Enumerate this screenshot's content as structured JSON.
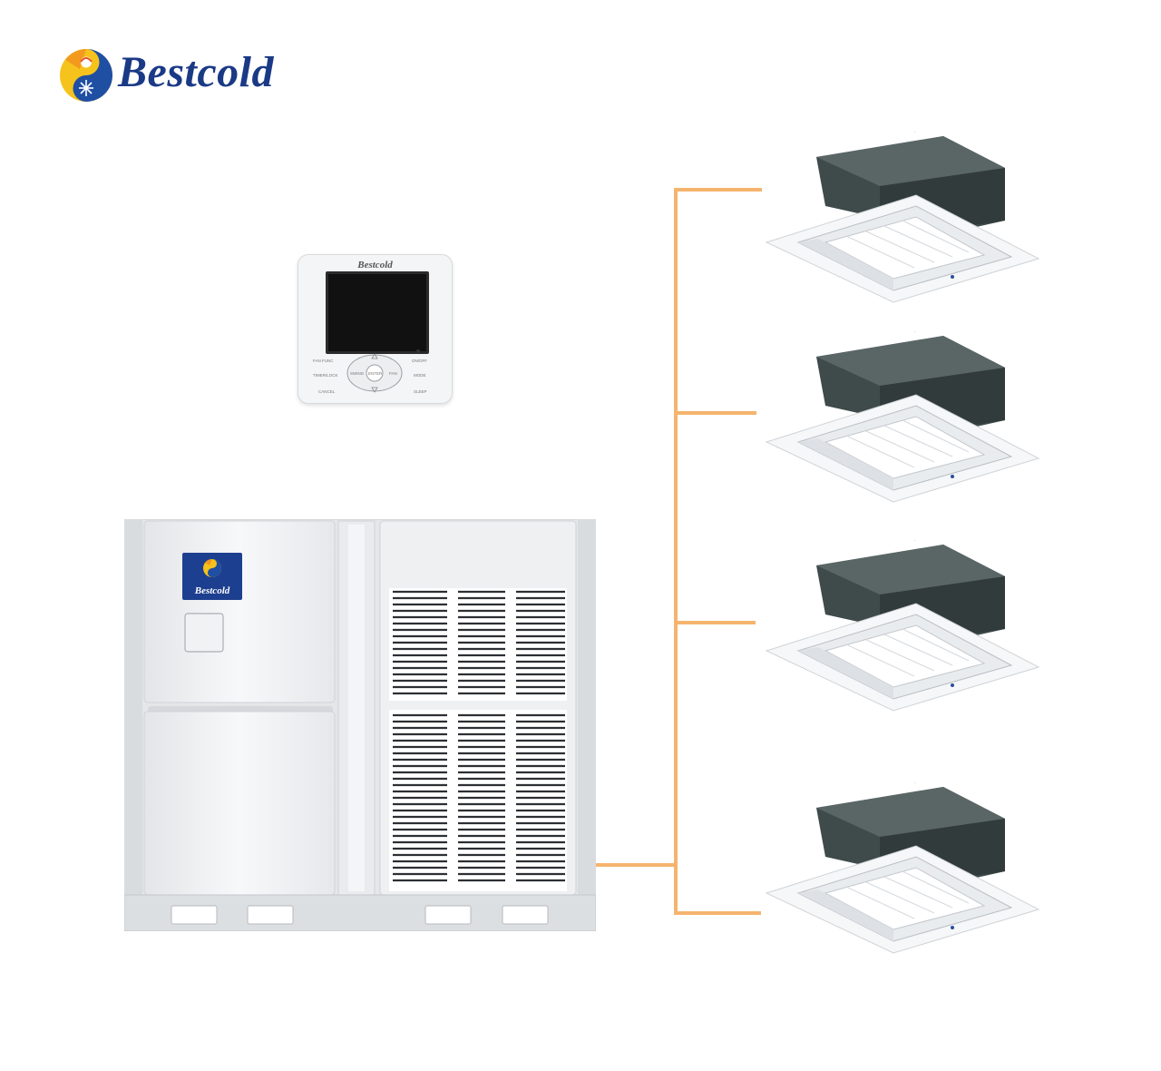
{
  "brand": {
    "name": "Bestcold",
    "logo_colors": {
      "text": "#1a3a86",
      "orange": "#f39a1e",
      "yellow": "#f6c21c",
      "blue": "#1f4fa3"
    }
  },
  "controller": {
    "brand": "Bestcold",
    "keys": {
      "fan_func": "FAN FUNC",
      "on_off": "ON/OFF",
      "timer_lock": "TIMER/LOCK",
      "mode": "MODE",
      "cancel": "CANCEL",
      "sleep": "SLEEP",
      "swing": "SWING",
      "enter": "ENTER",
      "fan": "FAN"
    },
    "icons": [
      "up-arrow-icon",
      "down-arrow-icon"
    ]
  },
  "outdoor_unit": {
    "badge_text": "Bestcold",
    "colors": {
      "body": "#e9ebed",
      "panel": "#f3f4f6",
      "grille": "#2c2f33",
      "badge": "#1d3f8f"
    }
  },
  "piping": {
    "color": "#f5b46e",
    "branch_count": 4
  },
  "indoor_units": [
    {
      "type": "cassette"
    },
    {
      "type": "cassette"
    },
    {
      "type": "cassette"
    },
    {
      "type": "cassette"
    }
  ]
}
